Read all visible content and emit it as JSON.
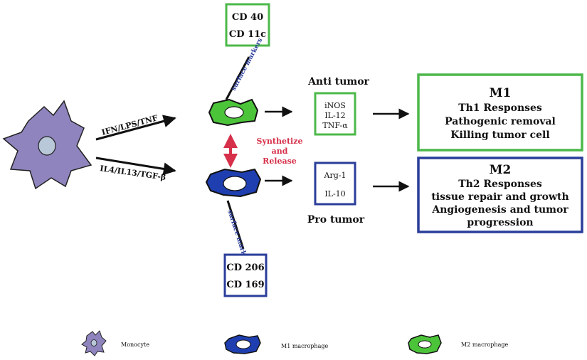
{
  "surface_markers_label": "surface markers",
  "m2_surface_markers": [
    "CD 40",
    "CD 11c"
  ],
  "m1_surface_markers": [
    "CD 206",
    "CD 169"
  ],
  "pathways": {
    "upper": "IFN/LPS/TNF",
    "lower": "IL4/IL13/TGF-β"
  },
  "interconversion": [
    "Synthetize",
    "and",
    "Release"
  ],
  "anti_tumor_label": "Anti tumor",
  "pro_tumor_label": "Pro tumor",
  "anti_tumor_factors": [
    "iNOS",
    "IL-12",
    "TNF-α"
  ],
  "pro_tumor_factors": [
    "Arg-1",
    "IL-10"
  ],
  "outcome_top": {
    "title": "M1",
    "lines": [
      "Th1 Responses",
      "Pathogenic removal",
      "Killing tumor cell"
    ]
  },
  "outcome_bottom": {
    "title": "M2",
    "lines": [
      "Th2 Responses",
      "tissue repair and growth",
      "Angiogenesis and tumor",
      "progression"
    ]
  },
  "legend": [
    {
      "label": "Monocyte"
    },
    {
      "label": "M1 macrophage"
    },
    {
      "label": "M2 macrophage"
    }
  ],
  "colors": {
    "monocyte_fill": "#8f84bd",
    "monocyte_nucleus": "#b9c8d8",
    "green_cell": "#4cc43a",
    "blue_cell": "#1f3fb0",
    "green_box": "#4cb84a",
    "blue_box": "#2a3d9a",
    "red_arrow": "#d6304a"
  }
}
